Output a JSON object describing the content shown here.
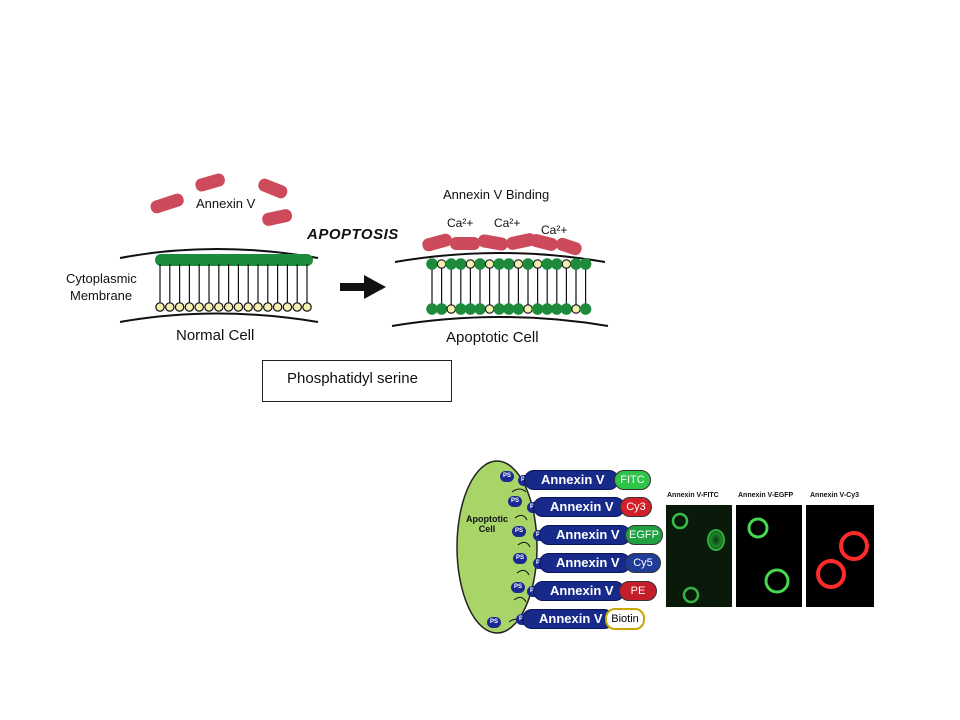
{
  "top_diagram": {
    "annexin_label": "Annexin V",
    "binding_label": "Annexin V Binding",
    "calcium_labels": [
      "Ca²+",
      "Ca²+",
      "Ca²+"
    ],
    "apoptosis_label": "APOPTOSIS",
    "membrane_label_line1": "Cytoplasmic",
    "membrane_label_line2": "Membrane",
    "normal_cell_label": "Normal Cell",
    "apoptotic_cell_label": "Apoptotic Cell",
    "legend_text": "Phosphatidyl serine",
    "colors": {
      "annexin": "#cc4a5c",
      "lipid_green": "#1e8a3c",
      "ps_head": "#f6f0b0"
    }
  },
  "bottom_diagram": {
    "cell_label_line1": "Apoptotic",
    "cell_label_line2": "Cell",
    "ps_label": "PS",
    "conjugates": [
      {
        "protein": "Annexin V",
        "tag": "FITC",
        "tag_color": "#2fc34a",
        "tag_text_color": "#ffffff"
      },
      {
        "protein": "Annexin V",
        "tag": "Cy3",
        "tag_color": "#d2202a",
        "tag_text_color": "#ffffff"
      },
      {
        "protein": "Annexin V",
        "tag": "EGFP",
        "tag_color": "#20a040",
        "tag_text_color": "#ffffff"
      },
      {
        "protein": "Annexin V",
        "tag": "Cy5",
        "tag_color": "#1f3c9a",
        "tag_text_color": "#ffffff"
      },
      {
        "protein": "Annexin V",
        "tag": "PE",
        "tag_color": "#c41e2a",
        "tag_text_color": "#ffffff"
      },
      {
        "protein": "Annexin V",
        "tag": "Biotin",
        "tag_color": "#ffffff",
        "tag_text_color": "#000000"
      }
    ],
    "micrographs": [
      {
        "title": "Annexin V-FITC"
      },
      {
        "title": "Annexin V-EGFP"
      },
      {
        "title": "Annexin V-Cy3"
      }
    ]
  }
}
